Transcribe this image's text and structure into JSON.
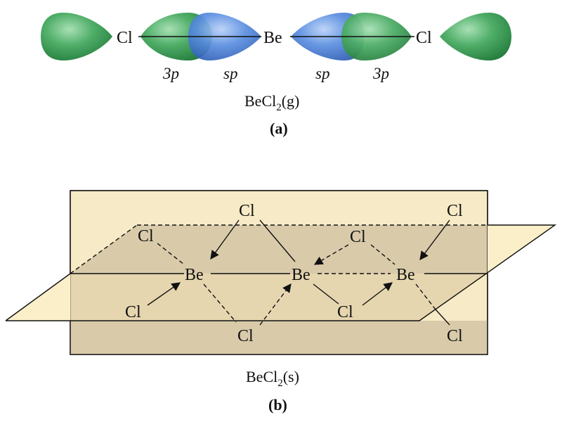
{
  "part_a": {
    "atoms": {
      "cl_left": "Cl",
      "be": "Be",
      "cl_right": "Cl"
    },
    "orbital_labels": [
      "3p",
      "sp",
      "sp",
      "3p"
    ],
    "formula": {
      "main": "BeCl",
      "sub": "2",
      "state": "(g)"
    },
    "panel_label": "(a)"
  },
  "part_b": {
    "atoms": {
      "cl_top_1": "Cl",
      "cl_top_2": "Cl",
      "cl_upper_left": "Cl",
      "cl_upper_mid": "Cl",
      "be_1": "Be",
      "be_2": "Be",
      "be_3": "Be",
      "cl_lower_left": "Cl",
      "cl_lower_mid": "Cl",
      "cl_bottom_1": "Cl",
      "cl_bottom_2": "Cl"
    },
    "formula": {
      "main": "BeCl",
      "sub": "2",
      "state": "(s)"
    },
    "panel_label": "(b)"
  },
  "colors": {
    "cl_orbital": "#3fa35b",
    "be_orbital": "#4c7fd6",
    "plane_back": "#f7ebc7",
    "plane_overlap": "#d6c7a6",
    "plane_front": "#fbefc9"
  }
}
